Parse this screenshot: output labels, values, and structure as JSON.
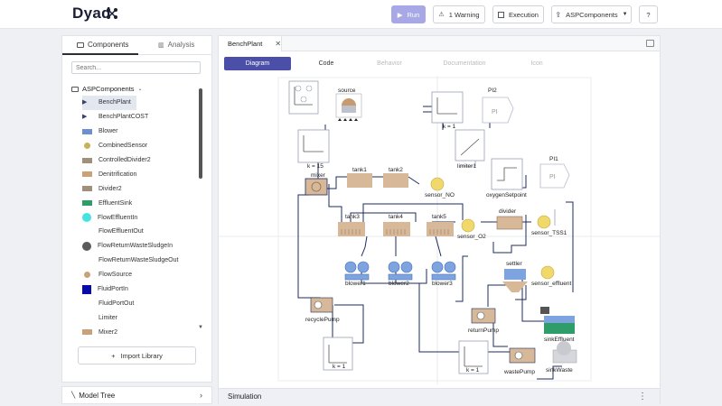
{
  "app": {
    "name": "Dyad"
  },
  "toolbar": {
    "run_label": "Run",
    "warning_label": "1 Warning",
    "execution_label": "Execution",
    "components_label": "ASPComponents",
    "help_label": "?"
  },
  "left_panel": {
    "tab_components": "Components",
    "tab_analysis": "Analysis",
    "search_placeholder": "Search...",
    "root_label": "ASPComponents",
    "items": [
      {
        "label": "BenchPlant",
        "icon": "play-icon",
        "color": "#3a3f6b"
      },
      {
        "label": "BenchPlantCOST",
        "icon": "play-icon",
        "color": "#3a3f6b"
      },
      {
        "label": "Blower",
        "icon": "blower-icon",
        "color": "#6b8fd0"
      },
      {
        "label": "CombinedSensor",
        "icon": "sensor-icon",
        "color": "#c9b15a"
      },
      {
        "label": "ControlledDivider2",
        "icon": "divider-icon",
        "color": "#a08f7a"
      },
      {
        "label": "Denitrification",
        "icon": "tank-icon",
        "color": "#c9a27a"
      },
      {
        "label": "Divider2",
        "icon": "divider-icon",
        "color": "#a08f7a"
      },
      {
        "label": "EffluentSink",
        "icon": "sink-icon",
        "color": "#2e9d6a"
      },
      {
        "label": "FlowEffluentIn",
        "icon": "circle-icon",
        "color": "#43e3e0"
      },
      {
        "label": "FlowEffluentOut",
        "icon": "blank-icon",
        "color": "#ffffff"
      },
      {
        "label": "FlowReturnWasteSludgeIn",
        "icon": "circle-icon",
        "color": "#5a5a5a"
      },
      {
        "label": "FlowReturnWasteSludgeOut",
        "icon": "blank-icon",
        "color": "#ffffff"
      },
      {
        "label": "FlowSource",
        "icon": "source-icon",
        "color": "#c9a27a"
      },
      {
        "label": "FluidPortIn",
        "icon": "square-icon",
        "color": "#0a0aa8"
      },
      {
        "label": "FluidPortOut",
        "icon": "blank-icon",
        "color": "#ffffff"
      },
      {
        "label": "Limiter",
        "icon": "blank-icon",
        "color": "#ffffff"
      },
      {
        "label": "Mixer2",
        "icon": "mixer-icon",
        "color": "#c9a27a"
      }
    ],
    "import_label": "Import Library",
    "model_tree_label": "Model Tree"
  },
  "editor": {
    "doc_tab_label": "BenchPlant",
    "view_tabs": [
      "Diagram",
      "Code",
      "Behavior",
      "Documentation",
      "Icon"
    ],
    "simulation_label": "Simulation"
  },
  "diagram": {
    "labels": {
      "source": "source",
      "mixer": "mixer",
      "mixer_k": "k = 15",
      "tank1": "tank1",
      "tank2": "tank2",
      "tank3": "tank3",
      "tank4": "tank4",
      "tank5": "tank5",
      "sensor_no": "sensor_NO",
      "sensor_o2": "sensor_O2",
      "sensor_tss1": "sensor_TSS1",
      "sensor_effluent": "sensor_effluent",
      "divider": "divider",
      "settler": "settler",
      "pi1": "PI1",
      "pi2": "PI2",
      "pi_box": "PI",
      "pi2_k": "k = 1",
      "limiter1": "limiter1",
      "oxygen_setpoint": "oxygenSetpoint",
      "blower1": "blower1",
      "blower2": "blower2",
      "blower3": "blower3",
      "recycle_pump": "recyclePump",
      "return_pump": "returnPump",
      "waste_pump": "wastePump",
      "sink_effluent": "sinkEffluent",
      "sink_waste": "sinkWaste",
      "const_k1": "k = 1",
      "const_k2": "k = 1"
    }
  },
  "colors": {
    "accent": "#4b4fa8",
    "run_disabled": "#a9a8e6",
    "pipe": "#1c2b5e",
    "tank": "#d7b899",
    "blower": "#7ea4e0",
    "sink_effluent": "#2e9d6a"
  }
}
